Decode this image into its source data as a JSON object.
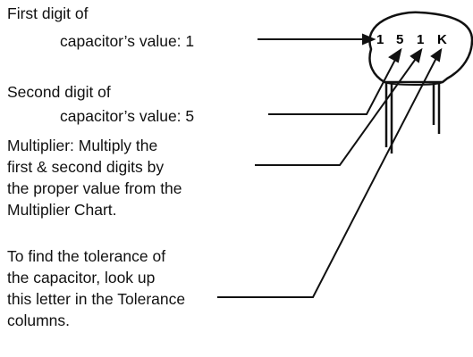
{
  "labels": {
    "first_digit": [
      "First digit of",
      "capacitor’s value: 1"
    ],
    "second_digit": [
      "Second digit of",
      "capacitor’s value: 5"
    ],
    "multiplier": [
      "Multiplier: Multiply the",
      "first & second digits by",
      "the proper value from the",
      "Multiplier Chart."
    ],
    "tolerance": [
      "To find the tolerance of",
      "the capacitor, look up",
      "this letter in the Tolerance",
      "columns."
    ]
  },
  "capacitor": {
    "code": [
      "1",
      "5",
      "1",
      "K"
    ]
  }
}
